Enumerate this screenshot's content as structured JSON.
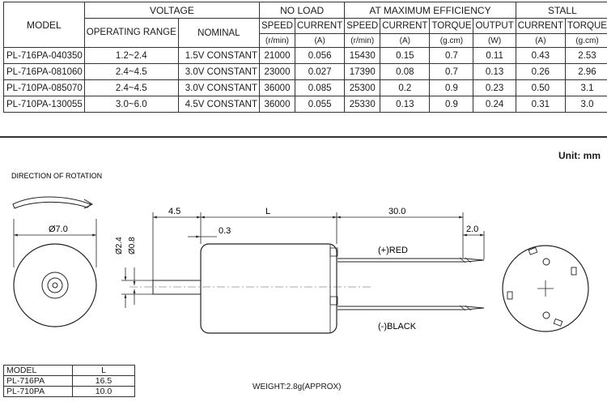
{
  "spec_table": {
    "headers": {
      "model": "MODEL",
      "voltage": "VOLTAGE",
      "no_load": "NO LOAD",
      "max_eff": "AT MAXIMUM EFFICIENCY",
      "stall": "STALL",
      "operating_range": "OPERATING RANGE",
      "nominal": "NOMINAL",
      "speed": "SPEED",
      "current": "CURRENT",
      "torque": "TORQUE",
      "output": "OUTPUT",
      "unit_rpm": "(r/min)",
      "unit_a": "(A)",
      "unit_gcm": "(g.cm)",
      "unit_w": "(W)"
    },
    "rows": [
      [
        "PL-716PA-040350",
        "1.2~2.4",
        "1.5V CONSTANT",
        "21000",
        "0.056",
        "15430",
        "0.15",
        "0.7",
        "0.11",
        "0.43",
        "2.53"
      ],
      [
        "PL-716PA-081060",
        "2.4~4.5",
        "3.0V CONSTANT",
        "23000",
        "0.027",
        "17390",
        "0.08",
        "0.7",
        "0.13",
        "0.26",
        "2.96"
      ],
      [
        "PL-710PA-085070",
        "2.4~4.5",
        "3.0V CONSTANT",
        "36000",
        "0.085",
        "25300",
        "0.2",
        "0.9",
        "0.23",
        "0.50",
        "3.1"
      ],
      [
        "PL-710PA-130055",
        "3.0~6.0",
        "4.5V CONSTANT",
        "36000",
        "0.055",
        "25330",
        "0.13",
        "0.9",
        "0.24",
        "0.31",
        "3.0"
      ]
    ]
  },
  "unit_label": "Unit: mm",
  "drawing": {
    "direction_label": "DIRECTION OF ROTATION",
    "diameter_label": "Ø7.0",
    "dim_45": "4.5",
    "dim_L": "L",
    "dim_300": "30.0",
    "dim_03": "0.3",
    "dim_20": "2.0",
    "dim_24": "Ø2.4",
    "dim_08": "Ø0.8",
    "red_label": "(+)RED",
    "black_label": "(-)BLACK"
  },
  "length_table": {
    "header": [
      "MODEL",
      "L"
    ],
    "rows": [
      [
        "PL-716PA",
        "16.5"
      ],
      [
        "PL-710PA",
        "10.0"
      ]
    ]
  },
  "weight": "WEIGHT:2.8g(APPROX)"
}
